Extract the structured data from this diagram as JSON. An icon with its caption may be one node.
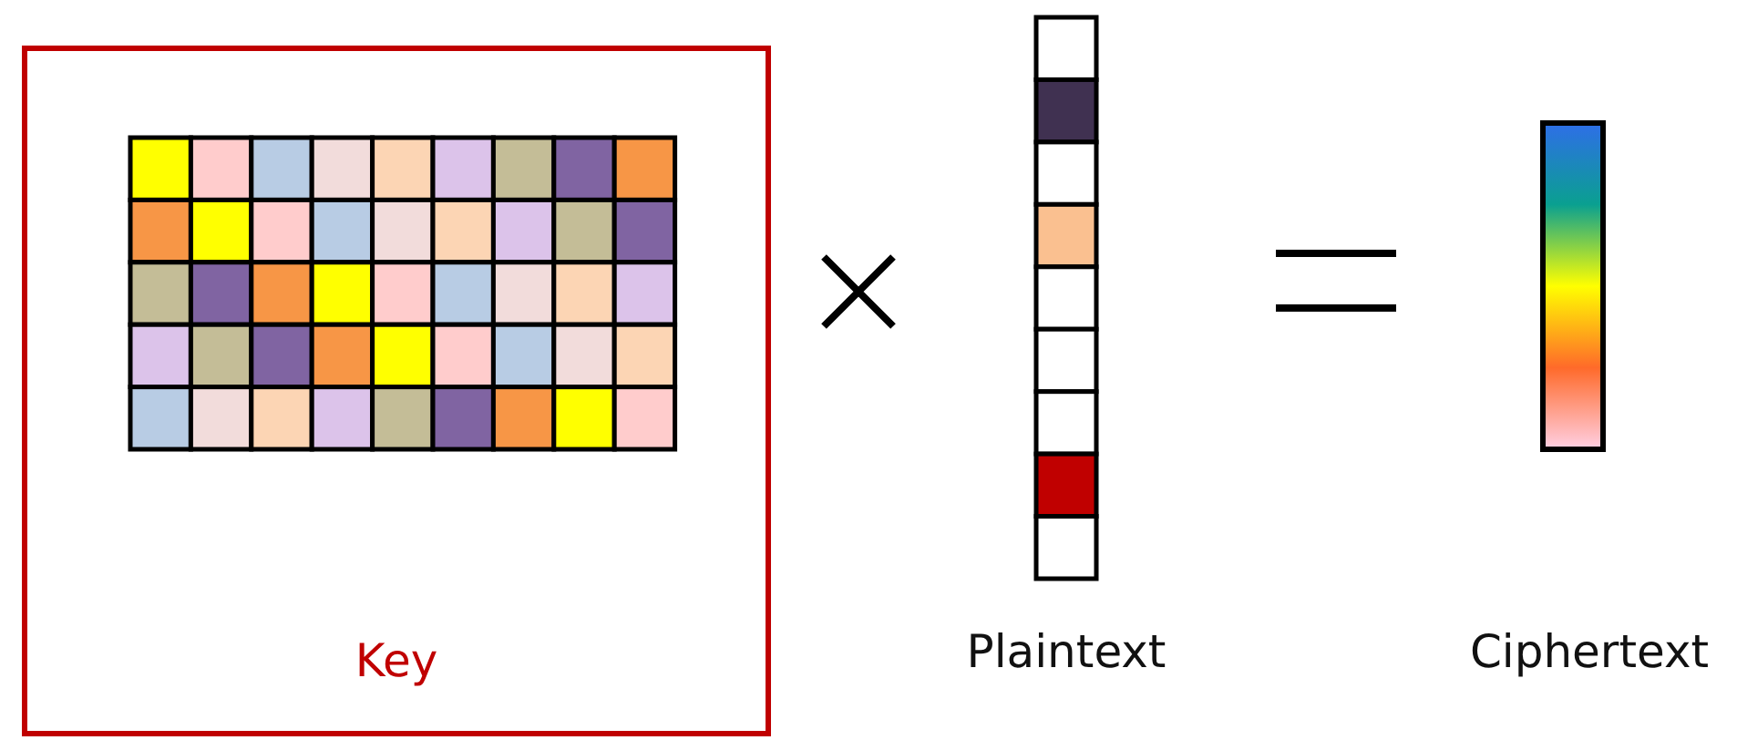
{
  "diagram": {
    "nodes": [
      {
        "text": [
          "Key"
        ]
      },
      {
        "text": [],
        "shape": "bar"
      },
      {
        "text": [],
        "shape": "bar"
      }
    ],
    "labels": [
      "Plaintext",
      "Ciphertext"
    ]
  }
}
